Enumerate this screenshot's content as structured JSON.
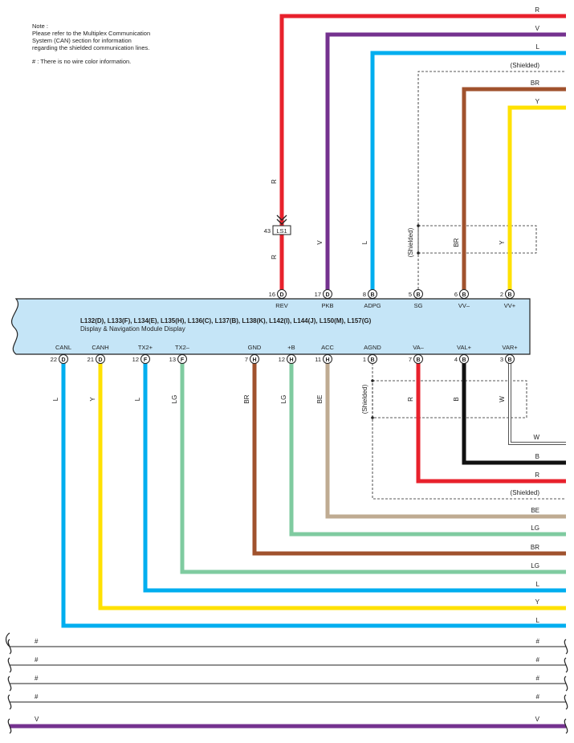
{
  "note": {
    "title": "Note :",
    "body": "Please refer to the Multiplex Communication\nSystem (CAN) section for information\nregarding the shielded communication lines.",
    "hash_note": "# : There is no wire color information."
  },
  "module": {
    "connectors": "L132(D), L133(F), L134(E), L135(H), L136(C), L137(B), L138(K), L142(I), L144(J), L150(M), L157(G)",
    "name": "Display & Navigation Module Display",
    "fill_color": "#c5e5f7"
  },
  "colors": {
    "R": "#e8212c",
    "V": "#74328f",
    "L": "#00aeef",
    "BR": "#a0522d",
    "Y": "#ffe100",
    "LG": "#7fcba0",
    "BE": "#bfab92",
    "B": "#111111",
    "W": "#ffffff"
  },
  "junction": {
    "pin": "43",
    "name": "LS1"
  },
  "top_pins": [
    {
      "num": "16",
      "conn": "D",
      "name": "REV",
      "wire": "R"
    },
    {
      "num": "17",
      "conn": "D",
      "name": "PKB",
      "wire": "V"
    },
    {
      "num": "8",
      "conn": "B",
      "name": "ADPG",
      "wire": "L"
    },
    {
      "num": "5",
      "conn": "B",
      "name": "SG",
      "wire": "(Shielded)"
    },
    {
      "num": "6",
      "conn": "B",
      "name": "VV–",
      "wire": "BR"
    },
    {
      "num": "2",
      "conn": "B",
      "name": "VV+",
      "wire": "Y"
    }
  ],
  "bottom_pins": [
    {
      "num": "22",
      "conn": "D",
      "name": "CANL",
      "wire": "L"
    },
    {
      "num": "21",
      "conn": "D",
      "name": "CANH",
      "wire": "Y"
    },
    {
      "num": "12",
      "conn": "F",
      "name": "TX2+",
      "wire": "L"
    },
    {
      "num": "13",
      "conn": "F",
      "name": "TX2–",
      "wire": "LG"
    },
    {
      "num": "7",
      "conn": "H",
      "name": "GND",
      "wire": "BR"
    },
    {
      "num": "12",
      "conn": "H",
      "name": "+B",
      "wire": "LG"
    },
    {
      "num": "11",
      "conn": "H",
      "name": "ACC",
      "wire": "BE"
    },
    {
      "num": "1",
      "conn": "B",
      "name": "AGND",
      "wire": "(Shielded)"
    },
    {
      "num": "7",
      "conn": "B",
      "name": "VA–",
      "wire": "R"
    },
    {
      "num": "4",
      "conn": "B",
      "name": "VAL+",
      "wire": "B"
    },
    {
      "num": "3",
      "conn": "B",
      "name": "VAR+",
      "wire": "W"
    }
  ],
  "top_right_labels": [
    "R",
    "V",
    "L",
    "(Shielded)",
    "BR",
    "Y"
  ],
  "bottom_right_labels": [
    "W",
    "B",
    "R",
    "(Shielded)",
    "BE",
    "LG",
    "BR",
    "LG",
    "L",
    "Y",
    "L"
  ],
  "hash_lines": [
    {
      "left": "#",
      "right": "#"
    },
    {
      "left": "#",
      "right": "#"
    },
    {
      "left": "#",
      "right": "#"
    },
    {
      "left": "#",
      "right": "#"
    }
  ],
  "violet_line": {
    "left": "V",
    "right": "V"
  }
}
